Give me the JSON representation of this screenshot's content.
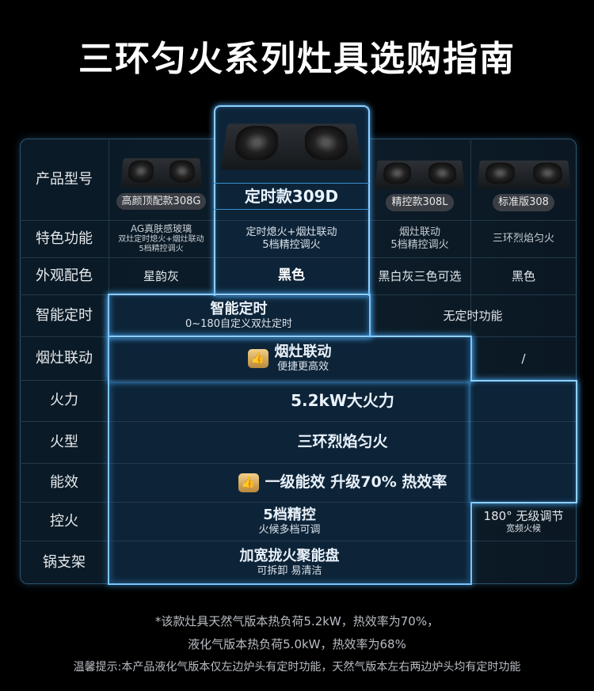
{
  "title": "三环匀火系列灶具选购指南",
  "row_labels": [
    "产品型号",
    "特色功能",
    "外观配色",
    "智能定时",
    "烟灶联动",
    "火力",
    "火型",
    "能效",
    "控火",
    "锅支架"
  ],
  "products": [
    {
      "name": "高颜顶配款308G",
      "feature": [
        "AG真肤感玻璃",
        "双灶定时熄火+烟灶联动",
        "5档精控调火"
      ],
      "color": "星韵灰"
    },
    {
      "name": "定时款309D",
      "feature": [
        "定时熄火+烟灶联动",
        "5档精控调火"
      ],
      "color": "黑色"
    },
    {
      "name": "精控款308L",
      "feature": [
        "烟灶联动",
        "5档精控调火"
      ],
      "color": "黑白灰三色可选"
    },
    {
      "name": "标准版308",
      "feature": [
        "三环烈焰匀火"
      ],
      "color": "黑色"
    }
  ],
  "timer": {
    "title": "智能定时",
    "sub": "0~180自定义双灶定时",
    "other": "无定时功能"
  },
  "linkage": {
    "title": "烟灶联动",
    "sub": "便捷更高效",
    "other": "/",
    "badge_icon": "thumbs-up-icon"
  },
  "power": "5.2kW大火力",
  "flame": "三环烈焰匀火",
  "efficiency": {
    "text": "一级能效 升级70% 热效率",
    "badge_icon": "thumbs-up-icon"
  },
  "control": {
    "title": "5档精控",
    "sub": "火候多档可调",
    "other_title": "180° 无级调节",
    "other_sub": "宽频火候"
  },
  "support": {
    "title": "加宽拢火聚能盘",
    "sub": "可拆卸 易清洁"
  },
  "notes": [
    "*该款灶具天然气版本热负荷5.2kW，热效率为70%，",
    "液化气版本热负荷5.0kW，热效率为68%",
    "温馨提示:本产品液化气版本仅左边炉头有定时功能，天然气版本左右两边炉头均有定时功能"
  ],
  "colors": {
    "highlight": "#8fd0ff",
    "background": "#000000"
  }
}
